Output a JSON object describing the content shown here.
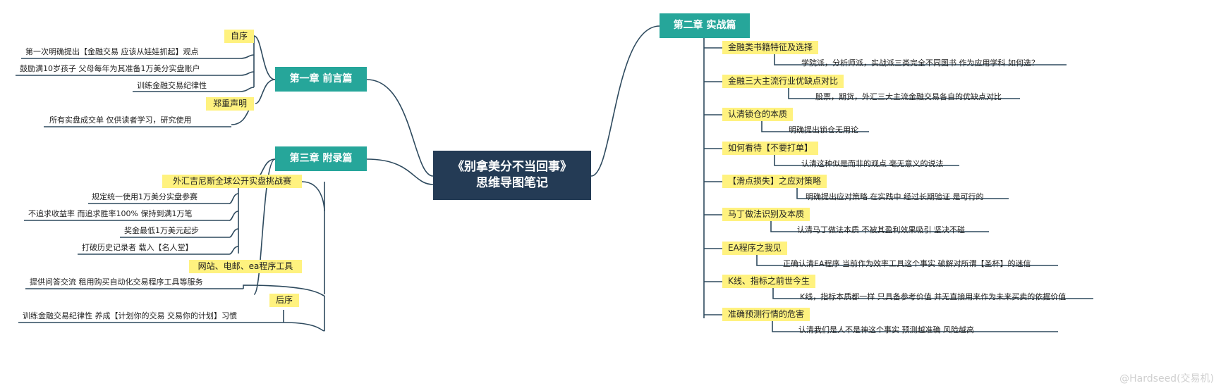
{
  "center": {
    "line1": "《别拿美分不当回事》",
    "line2": "思维导图笔记"
  },
  "ch1": {
    "title": "第一章  前言篇",
    "topic1": "自序",
    "t1_leaves": [
      "第一次明确提出【金融交易 应该从娃娃抓起】观点",
      "鼓励满10岁孩子  父母每年为其准备1万美分实盘账户",
      "训练金融交易纪律性"
    ],
    "topic2": "郑重声明",
    "t2_leaves": [
      "所有实盘成交单  仅供读者学习，研究使用"
    ]
  },
  "ch3": {
    "title": "第三章  附录篇",
    "topic1": "外汇吉尼斯全球公开实盘挑战赛",
    "t1_leaves": [
      "规定统一使用1万美分实盘参赛",
      "不追求收益率  而追求胜率100%  保持到满1万笔",
      "奖金最低1万美元起步",
      "打破历史记录者  载入【名人堂】"
    ],
    "topic2": "网站、电邮、ea程序工具",
    "t2_leaves": [
      "提供问答交流  租用购买自动化交易程序工具等服务"
    ],
    "topic3": "后序",
    "t3_leaves": [
      "训练金融交易纪律性  养成【计划你的交易  交易你的计划】习惯"
    ]
  },
  "ch2": {
    "title": "第二章  实战篇",
    "topics": [
      {
        "label": "金融类书籍特征及选择",
        "leaf": "学院派，分析师派，实战派三类完全不同图书  作为应用学科  如何选？"
      },
      {
        "label": "金融三大主流行业优缺点对比",
        "leaf": "股票，期货，外汇三大主流金融交易各自的优缺点对比"
      },
      {
        "label": "认清锁仓的本质",
        "leaf": "明确提出锁仓无用论"
      },
      {
        "label": "如何看待【不要打单】",
        "leaf": "认清这种似是而非的观点  毫无意义的说法"
      },
      {
        "label": "【滑点损失】之应对策略",
        "leaf": "明确提出应对策略  在实践中  经过长期验证  是可行的"
      },
      {
        "label": "马丁做法识别及本质",
        "leaf": "认清马丁做法本质  不被其盈利效果吸引  坚决不碰"
      },
      {
        "label": "EA程序之我见",
        "leaf": "正确认清EA程序  当前作为效率工具这个事实  破解对所谓【圣杯】的迷信"
      },
      {
        "label": "K线、指标之前世今生",
        "leaf": "K线，指标本质都一样  只具备参考价值  并无直接用来作为未来买卖的依据价值"
      },
      {
        "label": "准确预测行情的危害",
        "leaf": "认清我们是人不是神这个事实  预测越准确  风险越高"
      }
    ]
  },
  "watermark": "@Hardseed(交易机)",
  "colors": {
    "central": "#243b55",
    "chapter": "#26a69a",
    "topic": "#fff27f",
    "line": "#2e4a5e"
  }
}
